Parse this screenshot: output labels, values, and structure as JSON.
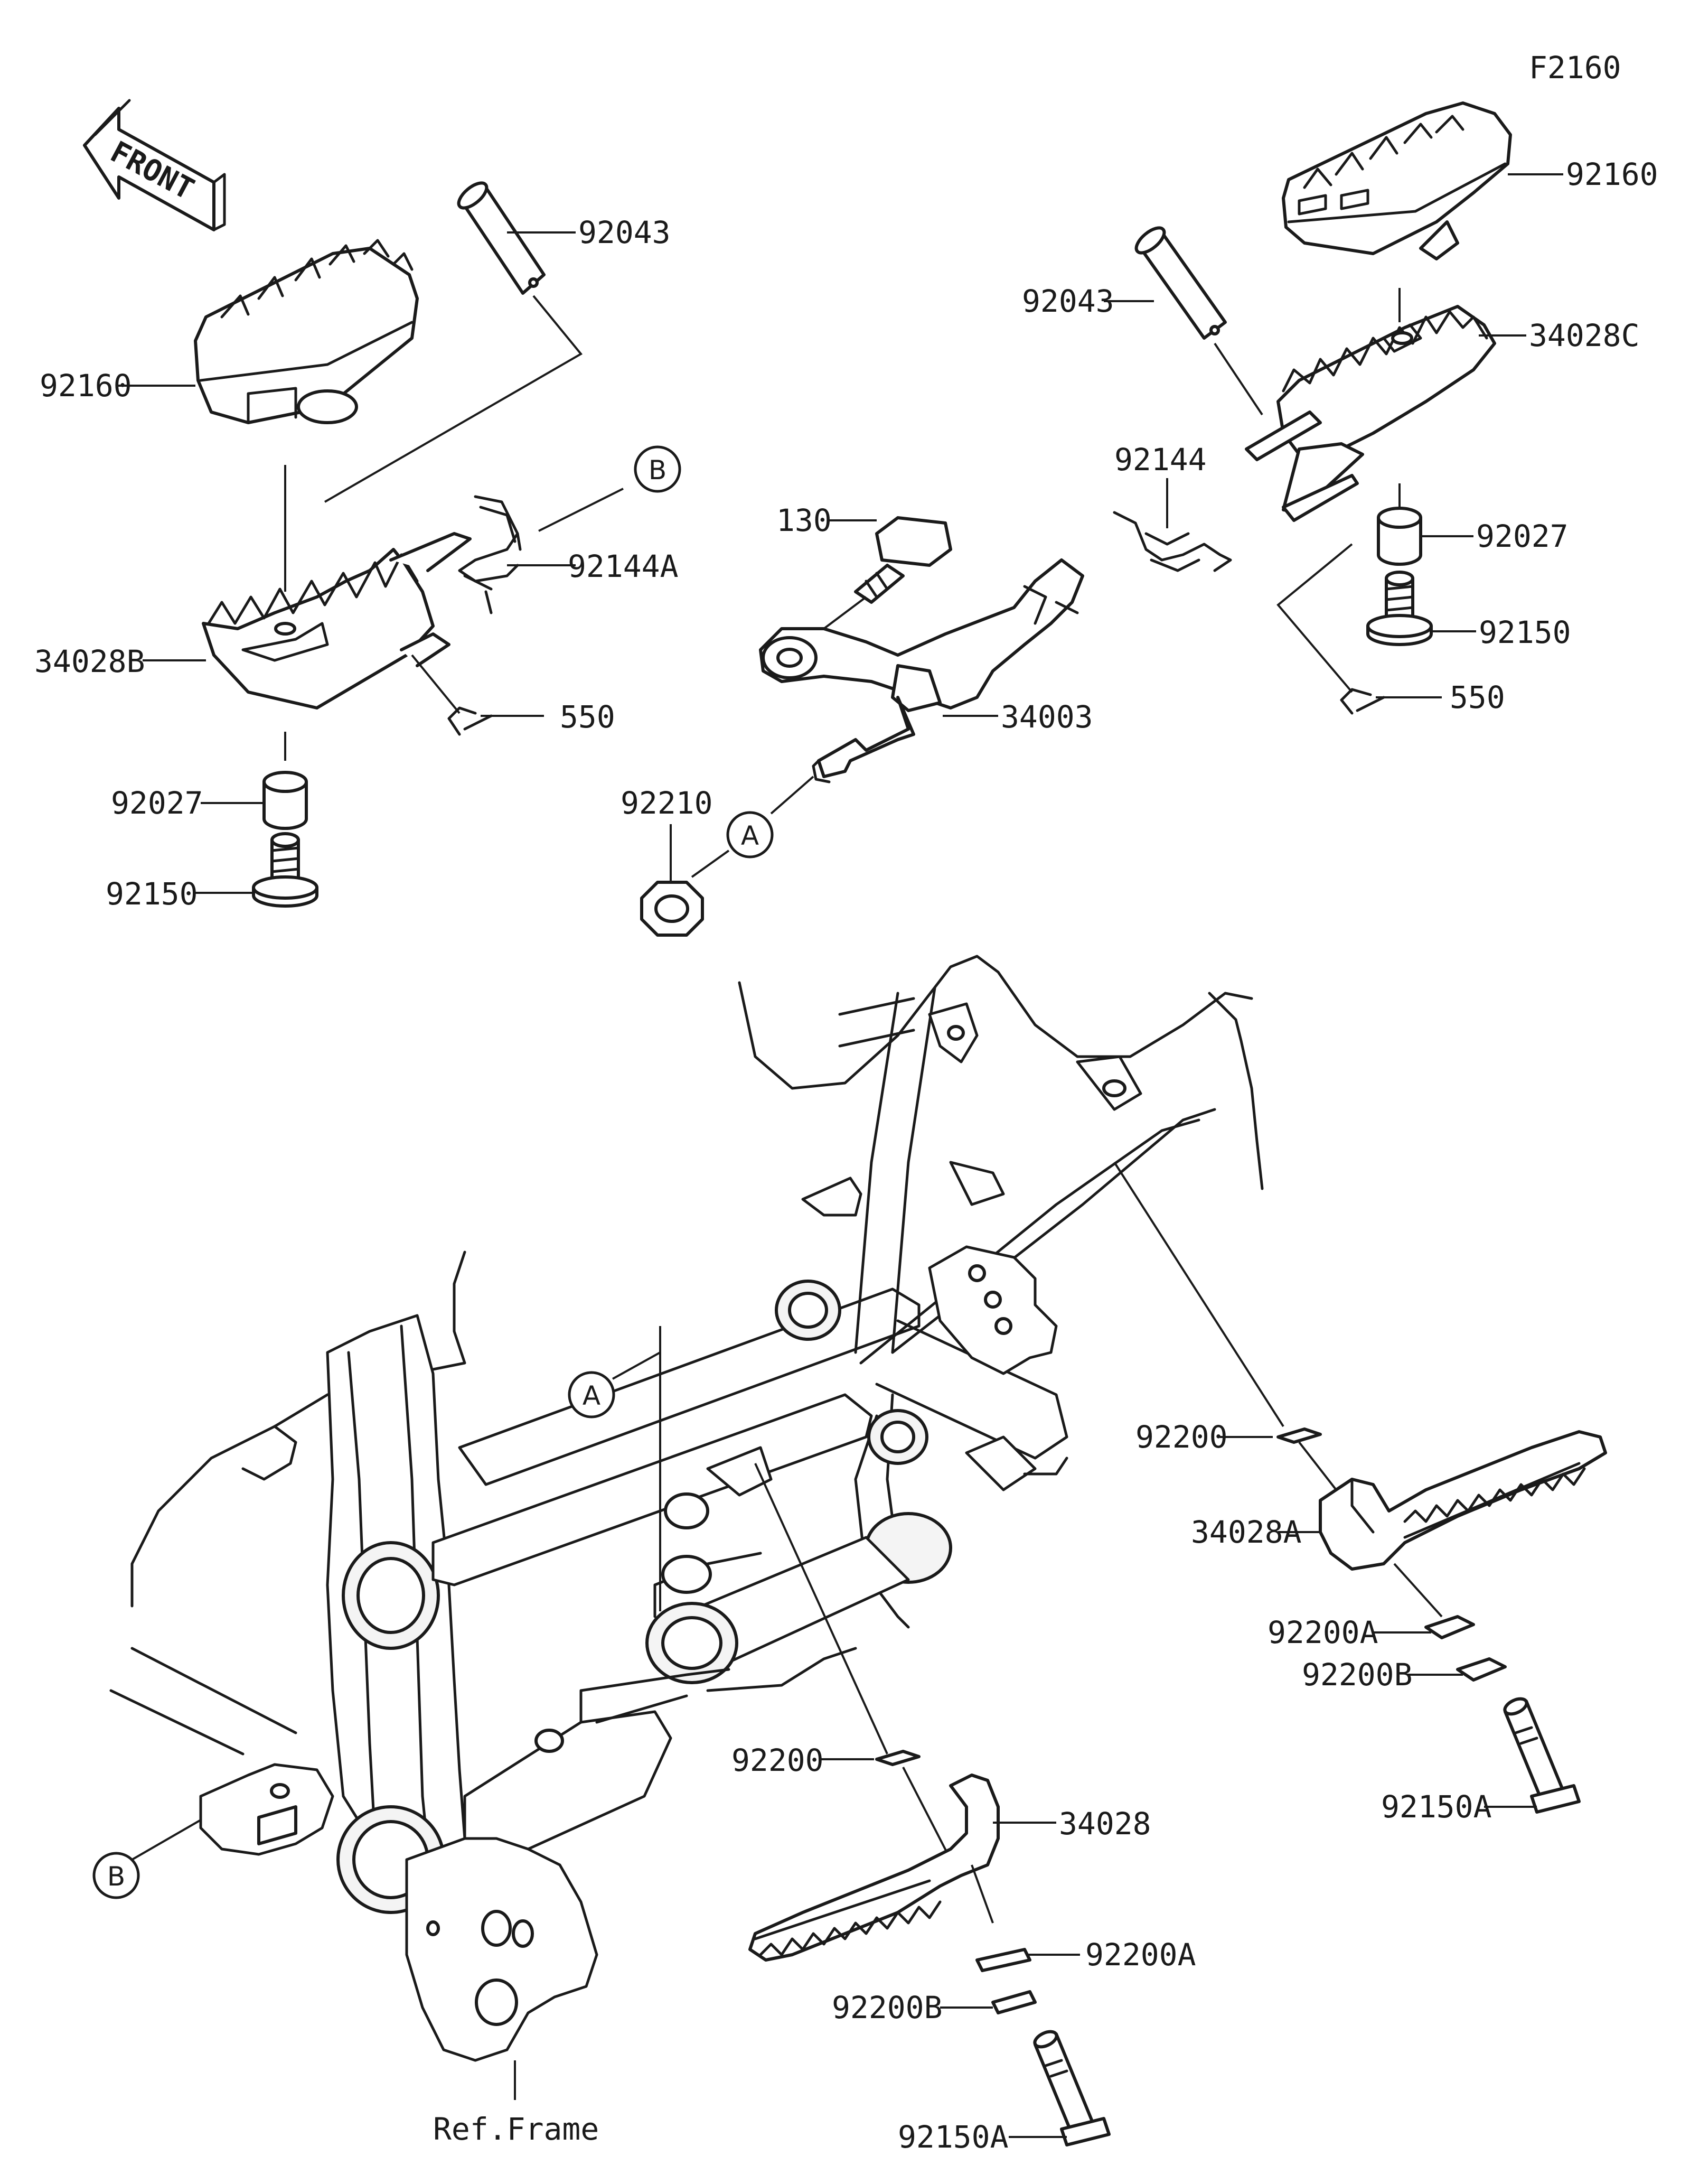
{
  "diagram_code": "F2160",
  "front_label": "FRONT",
  "callouts": {
    "A_upper": "A",
    "A_lower": "A",
    "B_upper": "B",
    "B_lower": "B"
  },
  "labels": {
    "p92043_left": "92043",
    "p92160_left": "92160",
    "p92144A": "92144A",
    "p34028B": "34028B",
    "p550_left": "550",
    "p92027_left": "92027",
    "p92150_left": "92150",
    "p130": "130",
    "p34003": "34003",
    "p92210": "92210",
    "p92160_right": "92160",
    "p92043_right": "92043",
    "p34028C": "34028C",
    "p92144": "92144",
    "p92027_right": "92027",
    "p92150_right": "92150",
    "p550_right": "550",
    "p92200_right": "92200",
    "p34028A": "34028A",
    "p92200A_right": "92200A",
    "p92200B_right": "92200B",
    "p92150A_right": "92150A",
    "p92200_lower": "92200",
    "p34028": "34028",
    "p92200A_lower": "92200A",
    "p92200B_lower": "92200B",
    "p92150A_lower": "92150A",
    "ref_frame": "Ref.Frame"
  }
}
